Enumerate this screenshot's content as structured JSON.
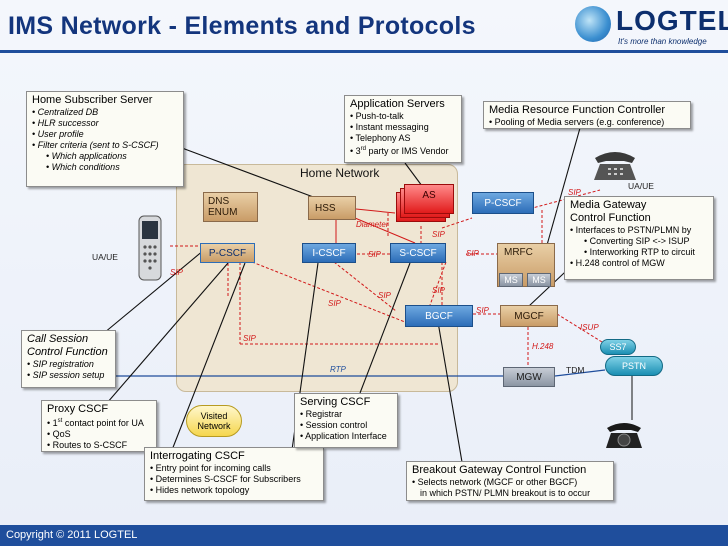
{
  "header": {
    "title": "IMS Network -  Elements and Protocols",
    "logo_text": "LOGTEL",
    "tagline": "It's more than knowledge"
  },
  "footer": {
    "copyright": "Copyright © 2011 LOGTEL"
  },
  "home_network": {
    "label": "Home Network"
  },
  "nodes": {
    "dns": [
      "DNS",
      "ENUM"
    ],
    "hss": "HSS",
    "as": "AS",
    "pcscf_home": "P-CSCF",
    "pcscf_visited": "P-CSCF",
    "icscf": "I-CSCF",
    "scscf": "S-CSCF",
    "mrfc": "MRFC",
    "ms1": "MS",
    "ms2": "MS",
    "bgcf": "BGCF",
    "mgcf": "MGCF",
    "mgw": "MGW",
    "ss7": "SS7",
    "pstn": "PSTN",
    "visited": [
      "Visited",
      "Network"
    ]
  },
  "devices": {
    "ua_left": "UA/UE",
    "ua_right": "UA/UE"
  },
  "links": {
    "diameter": "Diameter",
    "sip": "SIP",
    "rtp": "RTP",
    "tdm": "TDM",
    "isup": "ISUP",
    "h248": "H.248"
  },
  "callouts": {
    "hss": {
      "title": "Home Subscriber Server",
      "items": [
        "Centralized DB",
        "HLR successor",
        "User profile",
        "Filter criteria (sent to S-CSCF)"
      ],
      "subitems": [
        "Which applications",
        "Which conditions"
      ]
    },
    "as": {
      "title": "Application Servers",
      "items": [
        "Push-to-talk",
        "Instant messaging",
        "Telephony AS"
      ],
      "last": {
        "pre": "3",
        "sup": "rd",
        "post": " party or IMS Vendor"
      }
    },
    "mrfc": {
      "title": "Media Resource Function Controller",
      "items": [
        "Pooling of Media servers (e.g. conference)"
      ]
    },
    "mgcf": {
      "title": [
        "Media Gateway",
        "Control Function"
      ],
      "items": [
        "Interfaces to PSTN/PLMN by"
      ],
      "subitems": [
        "Converting SIP <-> ISUP",
        "Interworking RTP to circuit"
      ],
      "last": "H.248 control of MGW"
    },
    "cscf": {
      "title": [
        "Call Session",
        "Control Function"
      ],
      "items": [
        "SIP registration",
        "SIP session setup"
      ]
    },
    "proxy": {
      "title": "Proxy  CSCF",
      "first": {
        "pre": "1",
        "sup": "st",
        "post": " contact point for UA"
      },
      "items": [
        "QoS",
        "Routes to S-CSCF"
      ]
    },
    "interrogating": {
      "title": "Interrogating CSCF",
      "items": [
        "Entry point for incoming calls",
        "Determines S-CSCF for Subscribers",
        "Hides network topology"
      ]
    },
    "serving": {
      "title": "Serving CSCF",
      "items": [
        "Registrar",
        "Session control",
        "Application Interface"
      ]
    },
    "breakout": {
      "title": "Breakout Gateway Control Function",
      "items": [
        "Selects network (MGCF or other BGCF)"
      ],
      "cont": "in which PSTN/ PLMN breakout is to occur"
    }
  }
}
